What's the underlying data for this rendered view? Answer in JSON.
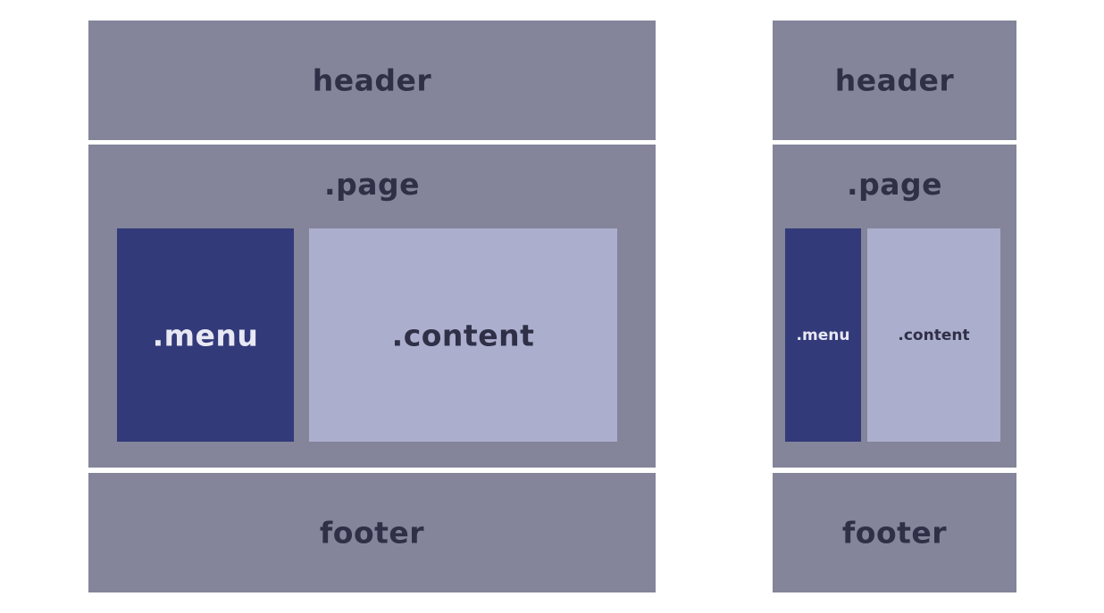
{
  "colors": {
    "gray": "#84849a",
    "menu": "#323a79",
    "content": "#acaecd",
    "dark_text": "#2f3047",
    "light_text": "#e8e8f4"
  },
  "wide_layout": {
    "header": "header",
    "page": ".page",
    "menu": ".menu",
    "content": ".content",
    "footer": "footer"
  },
  "narrow_layout": {
    "header": "header",
    "page": ".page",
    "menu": ".menu",
    "content": ".content",
    "footer": "footer"
  }
}
